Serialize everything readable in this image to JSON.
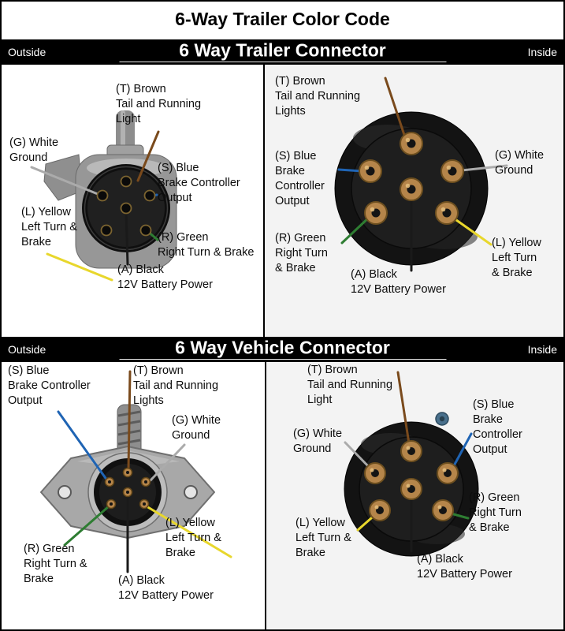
{
  "title": "6-Way Trailer Color Code",
  "sections": [
    {
      "outside": "Outside",
      "title": "6 Way Trailer Connector",
      "inside": "Inside"
    },
    {
      "outside": "Outside",
      "title": "6 Way Vehicle Connector",
      "inside": "Inside"
    }
  ],
  "colors": {
    "brown": "#7a4a1c",
    "white_wire": "#ababab",
    "blue": "#1f64b4",
    "yellow": "#e8d72c",
    "green": "#2e7d32",
    "black_wire": "#1a1a1a",
    "pin_brass": "#b5854a"
  },
  "trailer_outside": {
    "brown": "(T) Brown\nTail and Running\nLight",
    "white": "(G) White\nGround",
    "blue": "(S) Blue\nBrake Controller\nOutput",
    "yellow": "(L) Yellow\nLeft Turn &\nBrake",
    "green": "(R) Green\nRight Turn & Brake",
    "black": "(A) Black\n12V Battery Power"
  },
  "trailer_inside": {
    "brown": "(T) Brown\nTail and Running\nLights",
    "blue": "(S) Blue\nBrake\nController\nOutput",
    "white": "(G) White\nGround",
    "green": "(R) Green\nRight Turn\n& Brake",
    "yellow": "(L) Yellow\nLeft Turn\n& Brake",
    "black": "(A) Black\n12V Battery Power"
  },
  "vehicle_outside": {
    "blue": "(S) Blue\nBrake Controller\nOutput",
    "brown": "(T) Brown\nTail and Running\nLights",
    "white": "(G) White\nGround",
    "yellow": "(L) Yellow\nLeft Turn &\nBrake",
    "green": "(R) Green\nRight Turn &\nBrake",
    "black": "(A) Black\n12V Battery Power"
  },
  "vehicle_inside": {
    "brown": "(T) Brown\nTail and Running\nLight",
    "white": "(G) White\nGround",
    "blue": "(S) Blue\nBrake\nController\nOutput",
    "green": "(R) Green\nRight Turn\n& Brake",
    "yellow": "(L) Yellow\nLeft Turn &\nBrake",
    "black": "(A) Black\n12V Battery Power"
  }
}
